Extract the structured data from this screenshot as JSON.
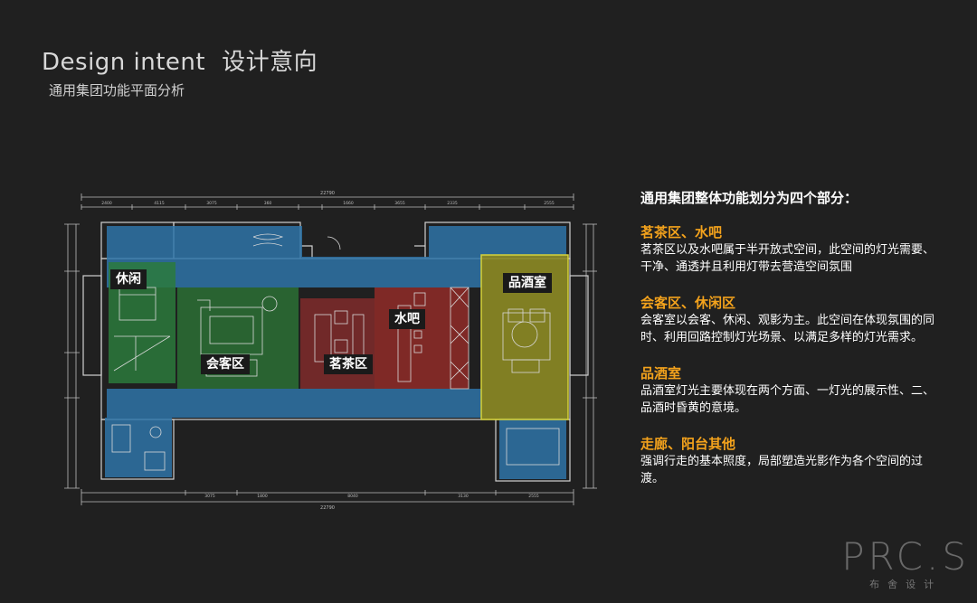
{
  "header": {
    "title_en": "Design intent",
    "title_cn": "设计意向",
    "subtitle": "通用集团功能平面分析"
  },
  "plan": {
    "rooms": {
      "leisure": "休闲",
      "reception": "会客区",
      "tea": "茗茶区",
      "bar": "水吧",
      "wine": "品酒室"
    },
    "dimensions": {
      "top_total": "22790",
      "bottom_total": "22790",
      "top_segments": [
        "2400",
        "4115",
        "3075",
        "360",
        "1660",
        "3655",
        "2335",
        "2555"
      ],
      "bottom_segments": [
        "3075",
        "1800",
        "8040",
        "3130",
        "2555"
      ]
    },
    "zone_colors": {
      "corridor": "#2f74a8",
      "leisure": "#2c7a3c",
      "reception": "#2a6a33",
      "tea": "#7a2a2a",
      "bar": "#8a2a27",
      "wine": "#8c8a24"
    }
  },
  "panel": {
    "heading": "通用集团整体功能划分为四个部分：",
    "sections": [
      {
        "title": "茗茶区、水吧",
        "text": "茗茶区以及水吧属于半开放式空间，此空间的灯光需要、干净、通透并且利用灯带去营造空间氛围"
      },
      {
        "title": "会客区、休闲区",
        "text": "会客室以会客、休闲、观影为主。此空间在体现氛围的同时、利用回路控制灯光场景、以满足多样的灯光需求。"
      },
      {
        "title": "品酒室",
        "text": "品酒室灯光主要体现在两个方面、一灯光的展示性、二、品酒时昏黄的意境。"
      },
      {
        "title": "走廊、阳台其他",
        "text": "强调行走的基本照度，局部塑造光影作为各个空间的过渡。"
      }
    ]
  },
  "brand": {
    "mark": "PRC.S",
    "sub": "布舍设计"
  }
}
